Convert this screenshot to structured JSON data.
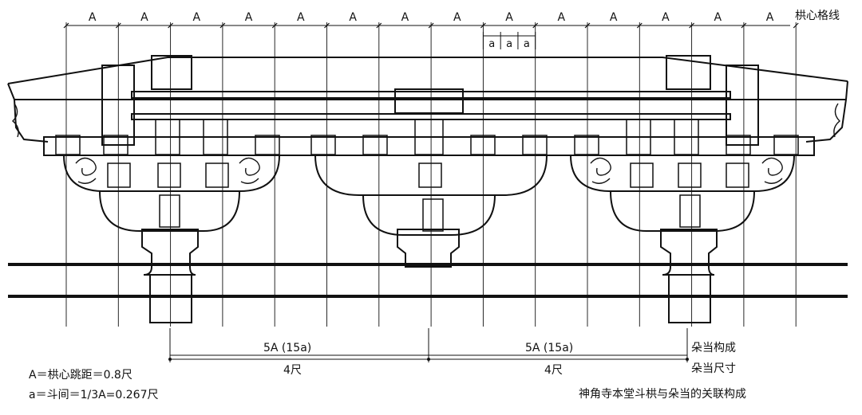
{
  "diagram": {
    "module_label": "A",
    "module_count": 14,
    "sub_module_label": "a",
    "sub_module_count": 3,
    "grid_line_label": "栱心格线",
    "span_1": {
      "top": "5A (15a)",
      "bottom": "4尺"
    },
    "span_2": {
      "top": "5A (15a)",
      "bottom": "4尺"
    },
    "side_labels": [
      "朵当构成",
      "朵当尺寸"
    ],
    "legend": [
      "A＝栱心跳距＝0.8尺",
      "a＝斗间＝1/3A=0.267尺"
    ],
    "caption": "神角寺本堂斗栱与朵当的关联构成"
  },
  "colors": {
    "line": "#111111",
    "background": "#ffffff"
  }
}
